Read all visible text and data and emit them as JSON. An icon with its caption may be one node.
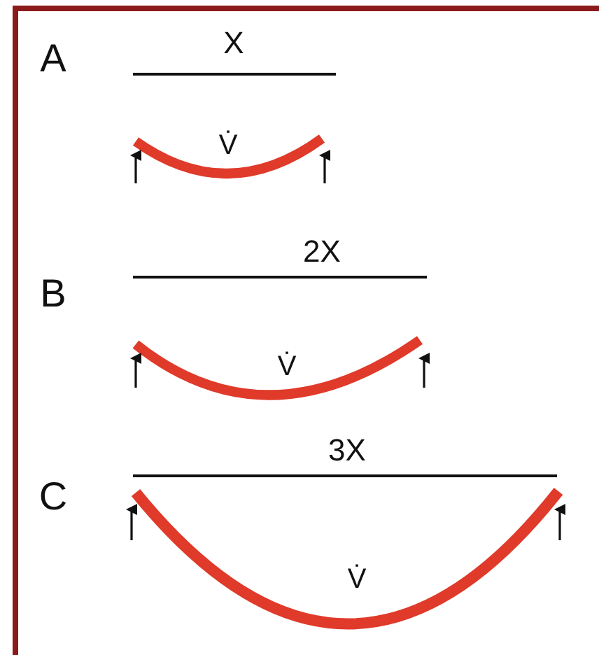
{
  "diagram": {
    "labels": [
      "A",
      "X",
      "V̇",
      "B",
      "2X",
      "V̇",
      "C",
      "3X",
      "V̇"
    ]
  }
}
